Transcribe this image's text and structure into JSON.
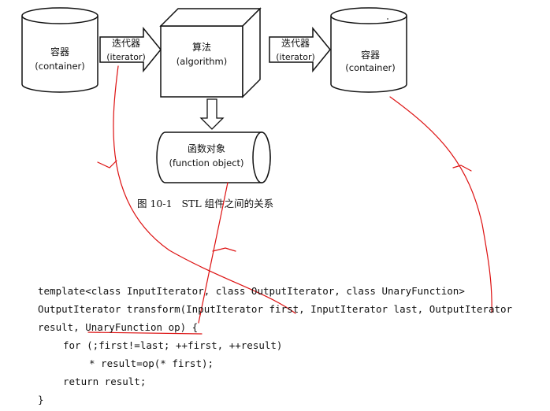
{
  "diagram": {
    "left_container": {
      "zh": "容器",
      "en": "(container)"
    },
    "left_iterator": {
      "zh": "迭代器",
      "en": "(iterator)"
    },
    "algorithm": {
      "zh": "算法",
      "en": "(algorithm)"
    },
    "right_iterator": {
      "zh": "迭代器",
      "en": "(iterator)"
    },
    "right_container": {
      "zh": "容器",
      "en": "(container)"
    },
    "function_object": {
      "zh": "函数对象",
      "en": "(function object)"
    },
    "caption": "图 10-1   STL 组件之间的关系"
  },
  "code": {
    "lines": [
      "template<class InputIterator, class OutputIterator, class UnaryFunction>",
      "OutputIterator transform(InputIterator first, InputIterator last, OutputIterator",
      "result, UnaryFunction op) {",
      "for (;first!=last; ++first, ++result)",
      "* result=op(* first);",
      "return result;",
      "}"
    ]
  },
  "colors": {
    "annotation": "#dd1111",
    "ink": "#111111"
  }
}
